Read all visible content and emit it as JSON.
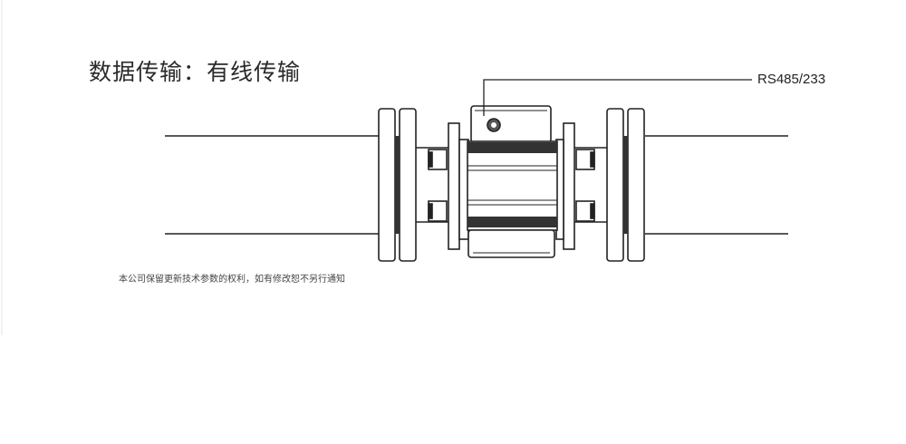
{
  "title": "数据传输：有线传输",
  "port_label": "RS485/233",
  "disclaimer": "本公司保留更新技术参数的权利，如有修改恕不另行通知"
}
